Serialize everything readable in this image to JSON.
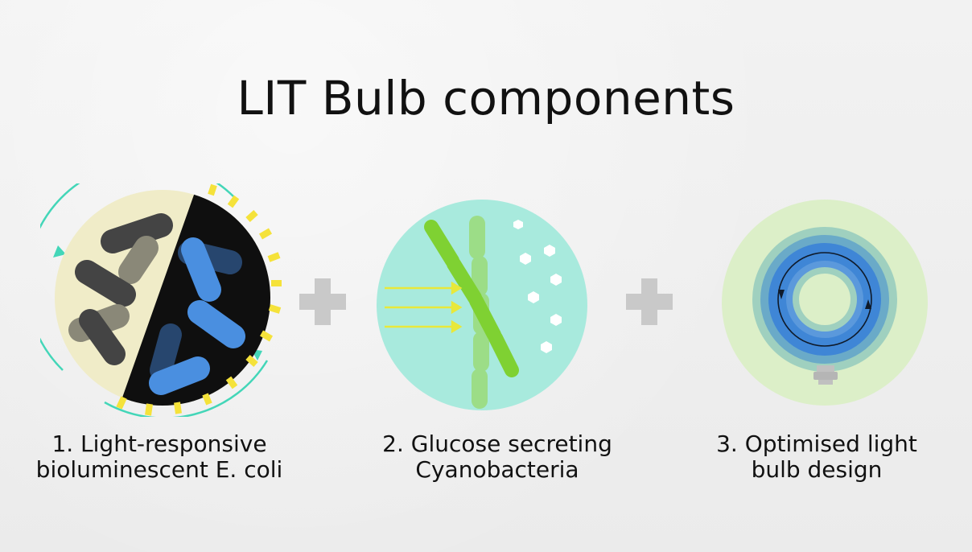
{
  "title": "LIT Bulb components",
  "components": [
    {
      "caption_line1": "1. Light-responsive",
      "caption_line2": "bioluminescent E. coli",
      "icon": "ecoli-circle-icon"
    },
    {
      "caption_line1": "2. Glucose secreting",
      "caption_line2": "Cyanobacteria",
      "icon": "cyanobacteria-circle-icon"
    },
    {
      "caption_line1": "3. Optimised light",
      "caption_line2": "bulb design",
      "icon": "bulb-design-icon"
    }
  ],
  "separators": [
    "plus-icon",
    "plus-icon"
  ],
  "colors": {
    "background": "#efefef",
    "ecoli_light_bg": "#f0ecc8",
    "ecoli_dark_bg": "#0f0f0f",
    "gray_bacteria": "#4a4a4a",
    "blue_bacteria": "#4a8fe0",
    "rays": "#f5e23a",
    "orbit": "#43d6b8",
    "cyano_bg": "#a8eadd",
    "cyano_green": "#7fd132",
    "arrows": "#e8e83a",
    "bulb_outer": "#dcefc8",
    "bulb_ring": "#3f86d6",
    "plus": "#c9c9c9"
  }
}
